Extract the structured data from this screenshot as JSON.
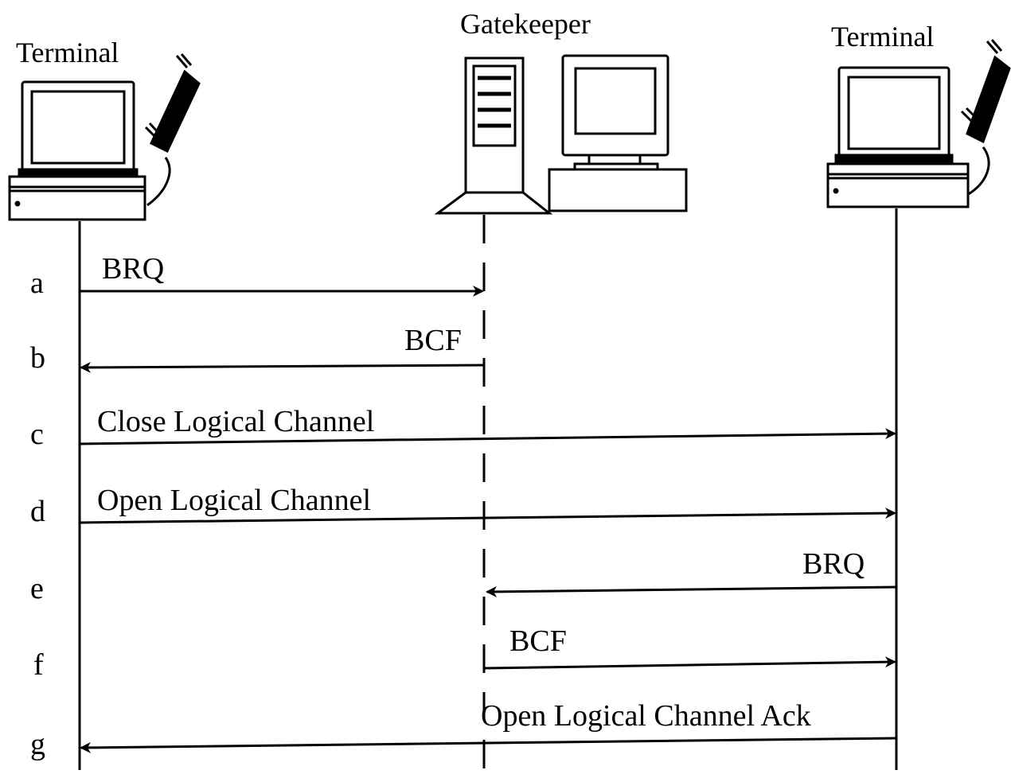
{
  "actors": [
    {
      "id": "terminal-left",
      "label": "Terminal",
      "icon": "terminal-phone-icon"
    },
    {
      "id": "gatekeeper",
      "label": "Gatekeeper",
      "icon": "server-workstation-icon"
    },
    {
      "id": "terminal-right",
      "label": "Terminal",
      "icon": "terminal-phone-icon"
    }
  ],
  "messages": [
    {
      "step": "a",
      "label": "BRQ",
      "from": "terminal-left",
      "to": "gatekeeper"
    },
    {
      "step": "b",
      "label": "BCF",
      "from": "gatekeeper",
      "to": "terminal-left"
    },
    {
      "step": "c",
      "label": "Close Logical Channel",
      "from": "terminal-left",
      "to": "terminal-right"
    },
    {
      "step": "d",
      "label": "Open Logical Channel",
      "from": "terminal-left",
      "to": "terminal-right"
    },
    {
      "step": "e",
      "label": "BRQ",
      "from": "terminal-right",
      "to": "gatekeeper"
    },
    {
      "step": "f",
      "label": "BCF",
      "from": "gatekeeper",
      "to": "terminal-right"
    },
    {
      "step": "g",
      "label": "Open Logical Channel Ack",
      "from": "terminal-right",
      "to": "terminal-left"
    }
  ]
}
